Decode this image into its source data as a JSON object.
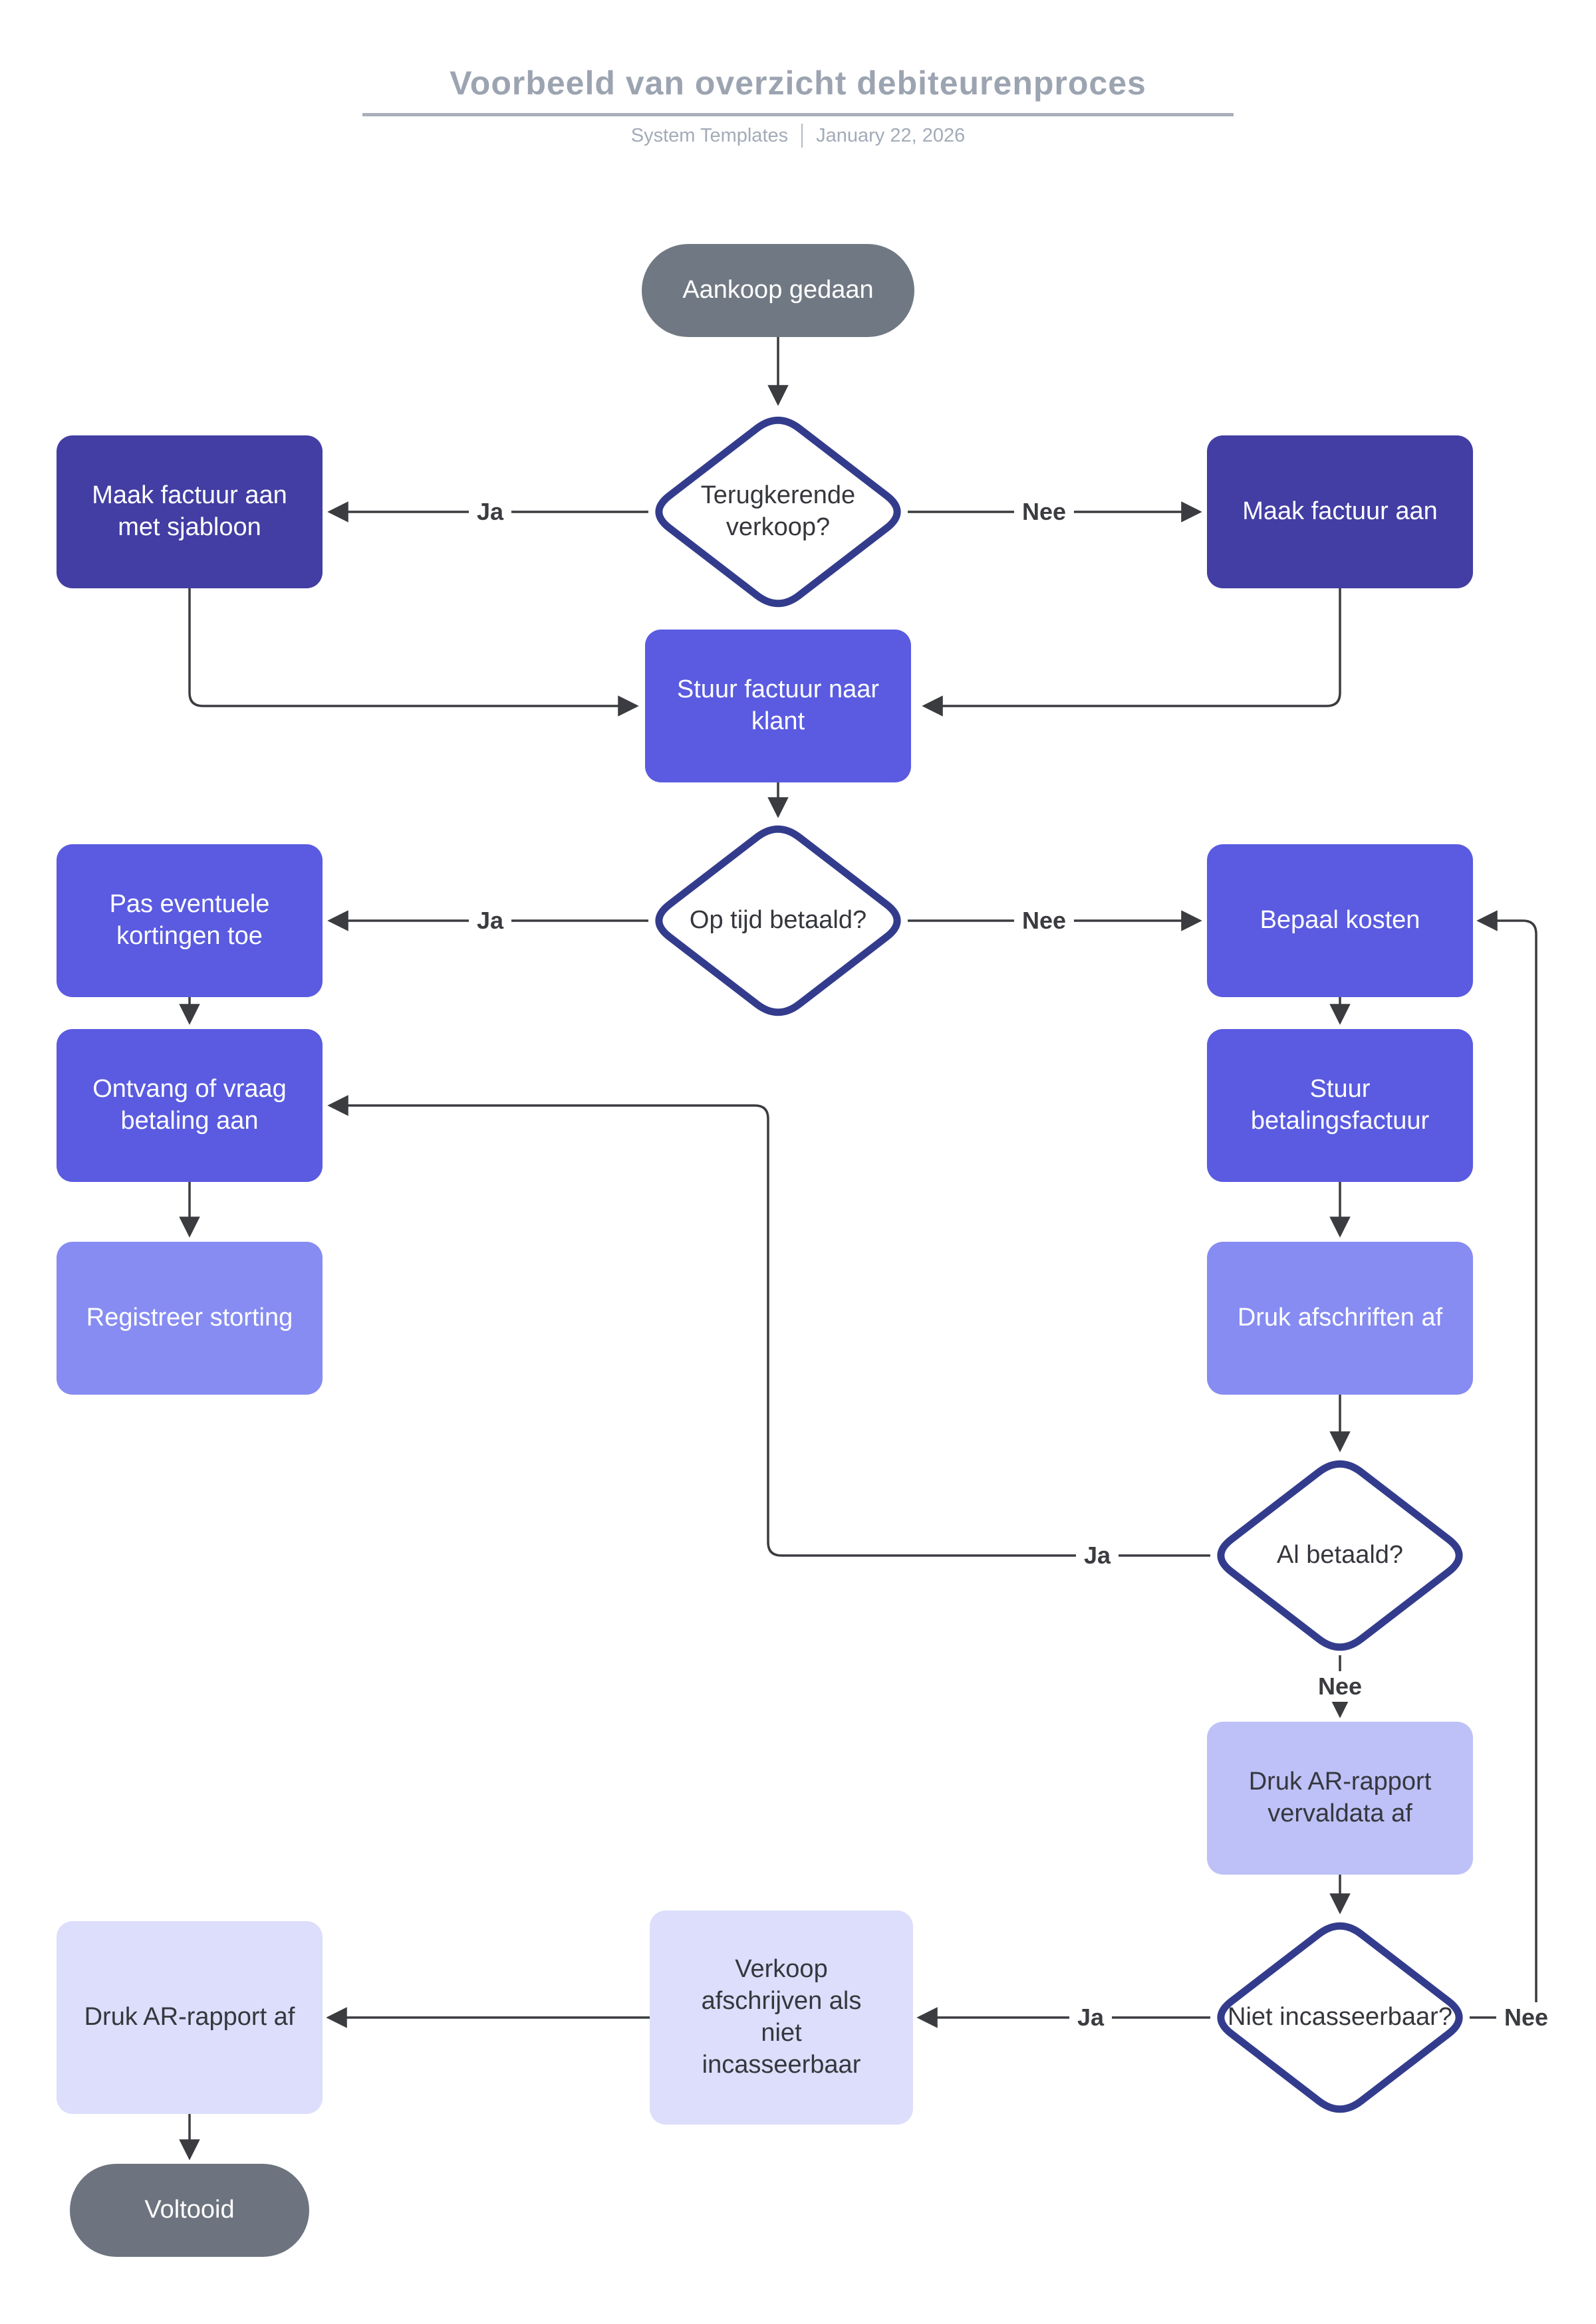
{
  "header": {
    "title": "Voorbeeld van overzicht debiteurenproces",
    "author": "System Templates",
    "date": "January 22, 2026"
  },
  "nodes": {
    "start": {
      "label": "Aankoop gedaan",
      "type": "terminator"
    },
    "terugkerende_verkoop": {
      "label": "Terugkerende verkoop?",
      "type": "decision"
    },
    "maak_factuur_sjabloon": {
      "label": "Maak factuur aan met sjabloon",
      "type": "process"
    },
    "maak_factuur": {
      "label": "Maak factuur aan",
      "type": "process"
    },
    "stuur_factuur": {
      "label": "Stuur factuur naar klant",
      "type": "process"
    },
    "op_tijd_betaald": {
      "label": "Op tijd betaald?",
      "type": "decision"
    },
    "kortingen": {
      "label": "Pas eventuele kortingen toe",
      "type": "process"
    },
    "bepaal_kosten": {
      "label": "Bepaal kosten",
      "type": "process"
    },
    "ontvang_betaling": {
      "label": "Ontvang of vraag betaling aan",
      "type": "process"
    },
    "betalingsfactuur": {
      "label": "Stuur betalingsfactuur",
      "type": "process"
    },
    "registreer_storting": {
      "label": "Registreer storting",
      "type": "process"
    },
    "druk_afschriften": {
      "label": "Druk afschriften af",
      "type": "process"
    },
    "al_betaald": {
      "label": "Al betaald?",
      "type": "decision"
    },
    "ar_vervaldata": {
      "label": "Druk AR-rapport vervaldata af",
      "type": "process"
    },
    "niet_incasseerbaar": {
      "label": "Niet incasseerbaar?",
      "type": "decision"
    },
    "verkoop_afschrijven": {
      "label": "Verkoop afschrijven als niet incasseerbaar",
      "type": "process"
    },
    "druk_ar_rapport": {
      "label": "Druk AR-rapport af",
      "type": "process"
    },
    "end": {
      "label": "Voltooid",
      "type": "terminator"
    }
  },
  "edge_labels": {
    "terugkerende_ja": "Ja",
    "terugkerende_nee": "Nee",
    "op_tijd_ja": "Ja",
    "op_tijd_nee": "Nee",
    "al_betaald_ja": "Ja",
    "al_betaald_nee": "Nee",
    "niet_incasseerbaar_ja": "Ja",
    "niet_incasseerbaar_nee": "Nee"
  },
  "colors": {
    "accent_dark": "#423EA3",
    "accent_medium": "#5A5BE0",
    "accent_light": "#878CF2",
    "accent_pale": "#BDC1F7",
    "accent_faint": "#DCDEFB",
    "terminator_grey": "#707883",
    "terminator_grey_dark": "#6D747F",
    "diamond_border": "#333C8C",
    "line": "#3B3C40",
    "title_grey": "#9CA4B1"
  }
}
